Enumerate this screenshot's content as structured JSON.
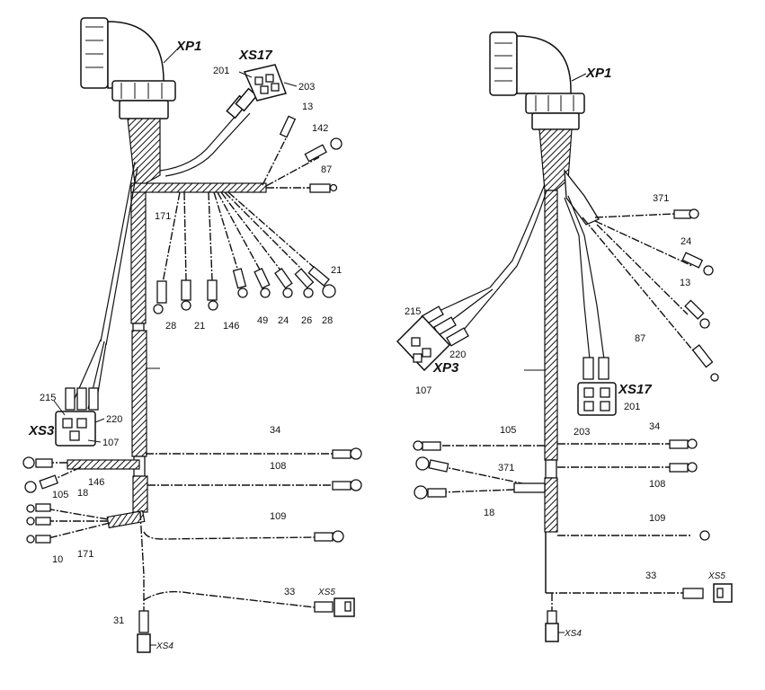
{
  "left": {
    "xp1": "XP1",
    "xs17": "XS17",
    "xs17_a": "201",
    "xs17_b": "203",
    "xs3": "XS3",
    "xs3_a": "215",
    "xs3_b": "220",
    "xs3_c": "107",
    "xs5": "XS5",
    "xs4": "XS4",
    "top_wires": [
      "13",
      "142",
      "87"
    ],
    "fan_top": "171",
    "fan_bottom": [
      "28",
      "21",
      "146",
      "49",
      "24",
      "26",
      "28"
    ],
    "fan_right": "21",
    "right_wires": [
      "34",
      "108",
      "109",
      "33"
    ],
    "left_wires": [
      "146",
      "105",
      "18",
      "10",
      "171"
    ],
    "w31": "31"
  },
  "right": {
    "xp1": "XP1",
    "xp3": "XP3",
    "xp3_a": "215",
    "xp3_b": "220",
    "xp3_c": "107",
    "xs17": "XS17",
    "xs17_a": "201",
    "xs17_b": "203",
    "fan_wires": [
      "371",
      "24",
      "13",
      "87"
    ],
    "right_wires": [
      "34",
      "108",
      "109",
      "33"
    ],
    "left_wires": [
      "105",
      "371",
      "18"
    ],
    "xs5": "XS5",
    "xs4": "XS4"
  }
}
